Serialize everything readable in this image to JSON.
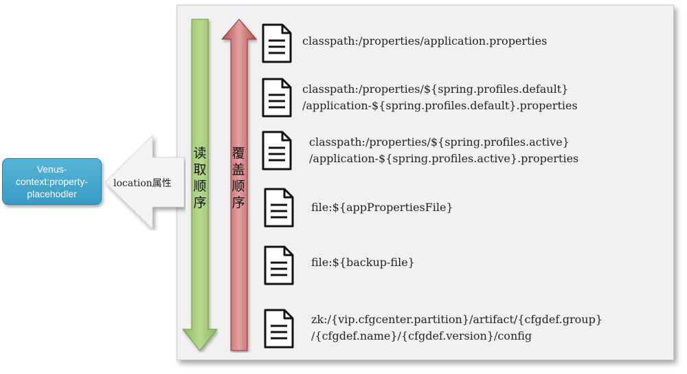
{
  "source_box": {
    "label": "Venus-context:property-placehodler"
  },
  "location_label": "location属性",
  "read_order_label": "读取顺序",
  "override_order_label": "覆盖顺序",
  "files": [
    {
      "line1": "classpath:/properties/application.properties",
      "line2": ""
    },
    {
      "line1": "classpath:/properties/${spring.profiles.default}",
      "line2": "/application-${spring.profiles.default}.properties"
    },
    {
      "line1": "classpath:/properties/${spring.profiles.active}",
      "line2": "/application-${spring.profiles.active}.properties"
    },
    {
      "line1": "file:${appPropertiesFile}",
      "line2": ""
    },
    {
      "line1": "file:${backup-file}",
      "line2": ""
    },
    {
      "line1": "zk:/{vip.cfgcenter.partition}/artifact/{cfgdef.group}",
      "line2": "/{cfgdef.name}/{cfgdef.version}/config"
    }
  ],
  "colors": {
    "read_arrow": "#9bc46b",
    "override_arrow": "#c45a5a",
    "source_box": "#46a8cf"
  }
}
